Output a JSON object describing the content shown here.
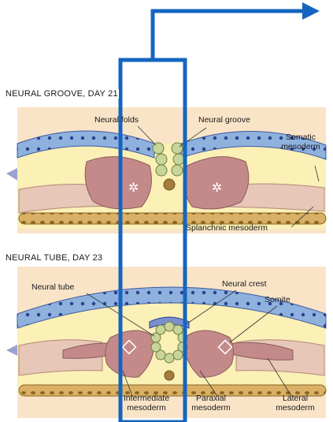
{
  "panels": [
    {
      "title": "NEURAL GROOVE, DAY 21",
      "labels": {
        "neural_folds": "Neural folds",
        "neural_groove": "Neural groove",
        "somatic_mesoderm_1": "Somatic",
        "somatic_mesoderm_2": "mesoderm",
        "splanchnic_mesoderm": "Splanchnic mesoderm"
      }
    },
    {
      "title": "NEURAL TUBE, DAY 23",
      "labels": {
        "neural_tube": "Neural tube",
        "neural_crest": "Neural crest",
        "somite": "Somite",
        "intermediate_mesoderm_1": "Intermediate",
        "intermediate_mesoderm_2": "mesoderm",
        "paraxial_mesoderm_1": "Paraxial",
        "paraxial_mesoderm_2": "mesoderm",
        "lateral_mesoderm_1": "Lateral",
        "lateral_mesoderm_2": "mesoderm"
      }
    }
  ],
  "colors": {
    "annotation_blue": "#1565c0",
    "ectoderm_blue": "#8fb1dd",
    "ectoderm_nucleus": "#2a3f8f",
    "yolk_cream": "#fbf0b6",
    "panel_bg": "#f9e4c8",
    "mesoderm_mauve": "#c48a8a",
    "endoderm_tan": "#d9b066",
    "neural_green": "#c7d49a",
    "notochord_brown": "#a67c3c"
  }
}
